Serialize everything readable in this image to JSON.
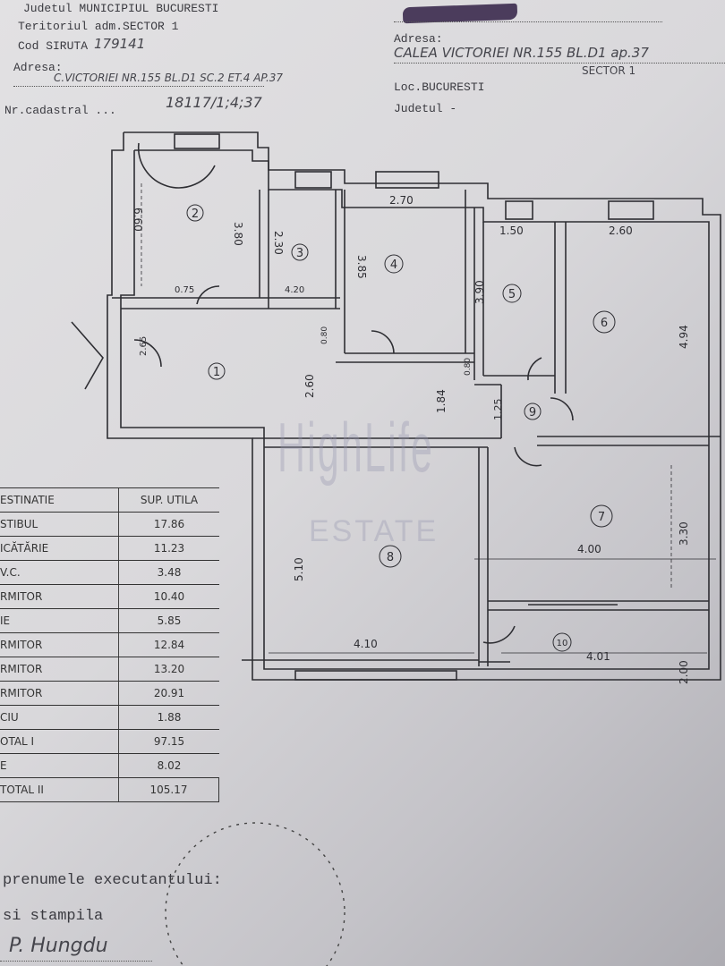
{
  "header_left": {
    "judetul": "Judetul  MUNICIPIUL BUCURESTI",
    "teritoriul": "Teritoriul adm.SECTOR 1",
    "cod_siruta_label": "Cod SIRUTA",
    "cod_siruta_value": "179141",
    "adresa_label": "Adresa:",
    "adresa_value": "C.VICTORIEI NR.155 BL.D1 SC.2 ET.4 AP.37",
    "nr_cadastral_label": "Nr.cadastral ...",
    "nr_cadastral_value": "18117/1;4;37"
  },
  "header_right": {
    "adresa_label": "Adresa:",
    "adresa_value": "CALEA VICTORIEI NR.155 BL.D1 ap.37",
    "sector": "SECTOR 1",
    "localitate": "Loc.BUCURESTI",
    "judetul": "Judetul -"
  },
  "plan": {
    "rooms": [
      "1",
      "2",
      "3",
      "4",
      "5",
      "6",
      "7",
      "8",
      "9",
      "10"
    ],
    "dims": {
      "d_room2_w": "6.60",
      "d_room2_h": "3.80",
      "d_room3": "2.30",
      "d_room4_h": "3.85",
      "d_room4_w": "2.70",
      "d_room5_w": "1.50",
      "d_room6_w": "2.60",
      "d_room5_h": "3.90",
      "d_room6_h": "4.94",
      "d_hall": "2.60",
      "d_hall2": "1.84",
      "d_b": "1.25",
      "d_room7_w": "4.00",
      "d_room7_h": "3.30",
      "d_room8_h": "5.10",
      "d_room8_w": "4.10",
      "d_room10_w": "4.01",
      "d_room10_h": "2.00",
      "d_door1": "2.65",
      "d_a": "4.20",
      "d_c": "0.75",
      "d_e": "0.80",
      "d_f": "0.80"
    }
  },
  "table": {
    "headers": [
      "ESTINATIE",
      "SUP. UTILA"
    ],
    "rows": [
      {
        "name": "STIBUL",
        "value": "17.86"
      },
      {
        "name": "ICĂTĂRIE",
        "value": "11.23"
      },
      {
        "name": "V.C.",
        "value": "3.48"
      },
      {
        "name": "RMITOR",
        "value": "10.40"
      },
      {
        "name": "IE",
        "value": "5.85"
      },
      {
        "name": "RMITOR",
        "value": "12.84"
      },
      {
        "name": "RMITOR",
        "value": "13.20"
      },
      {
        "name": "RMITOR",
        "value": "20.91"
      },
      {
        "name": "CIU",
        "value": "1.88"
      },
      {
        "name": "OTAL I",
        "value": "97.15"
      },
      {
        "name": "E",
        "value": "8.02"
      },
      {
        "name": "TOTAL II",
        "value": "105.17"
      }
    ]
  },
  "footer": {
    "executant": "prenumele executantului:",
    "stampila": "si stampila",
    "signature": "P. Hungdu"
  },
  "watermark": {
    "line1": "HighLife",
    "line2": "ESTATE"
  }
}
